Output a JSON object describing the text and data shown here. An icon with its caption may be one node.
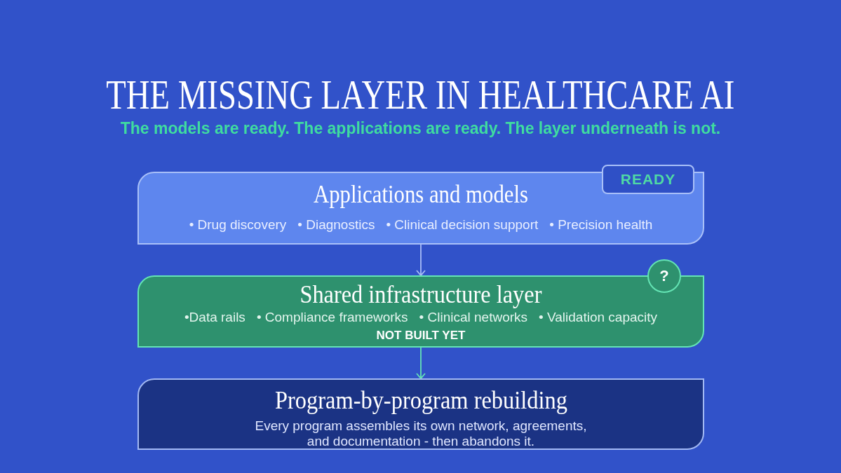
{
  "diagram": {
    "title": "THE MISSING LAYER IN HEALTHCARE AI",
    "nodes": [
      {
        "text": [
          "Applications and models",
          "• Drug discovery",
          "• Diagnostics",
          "• Clinical decision support",
          "• Precision health"
        ]
      },
      {
        "text": [
          "READY"
        ]
      },
      {
        "text": [
          "Shared infrastructure layer",
          "•Data rails",
          "• Compliance frameworks",
          "• Clinical networks",
          "• Validation capacity",
          "NOT BUILT YET"
        ]
      },
      {
        "text": [
          "?"
        ]
      },
      {
        "text": [
          "Program-by-program rebuilding",
          "Every program assembles its own network, agreements, and documentation - then abandons it."
        ]
      }
    ],
    "edges": [
      {
        "from": 0,
        "to": 2,
        "arrow": "to",
        "color": "#a9bdf5"
      },
      {
        "from": 2,
        "to": 4,
        "arrow": "to",
        "color": "#64e4b4"
      }
    ],
    "labels": [
      "The models are ready. The applications are ready. The layer underneath is not."
    ]
  }
}
